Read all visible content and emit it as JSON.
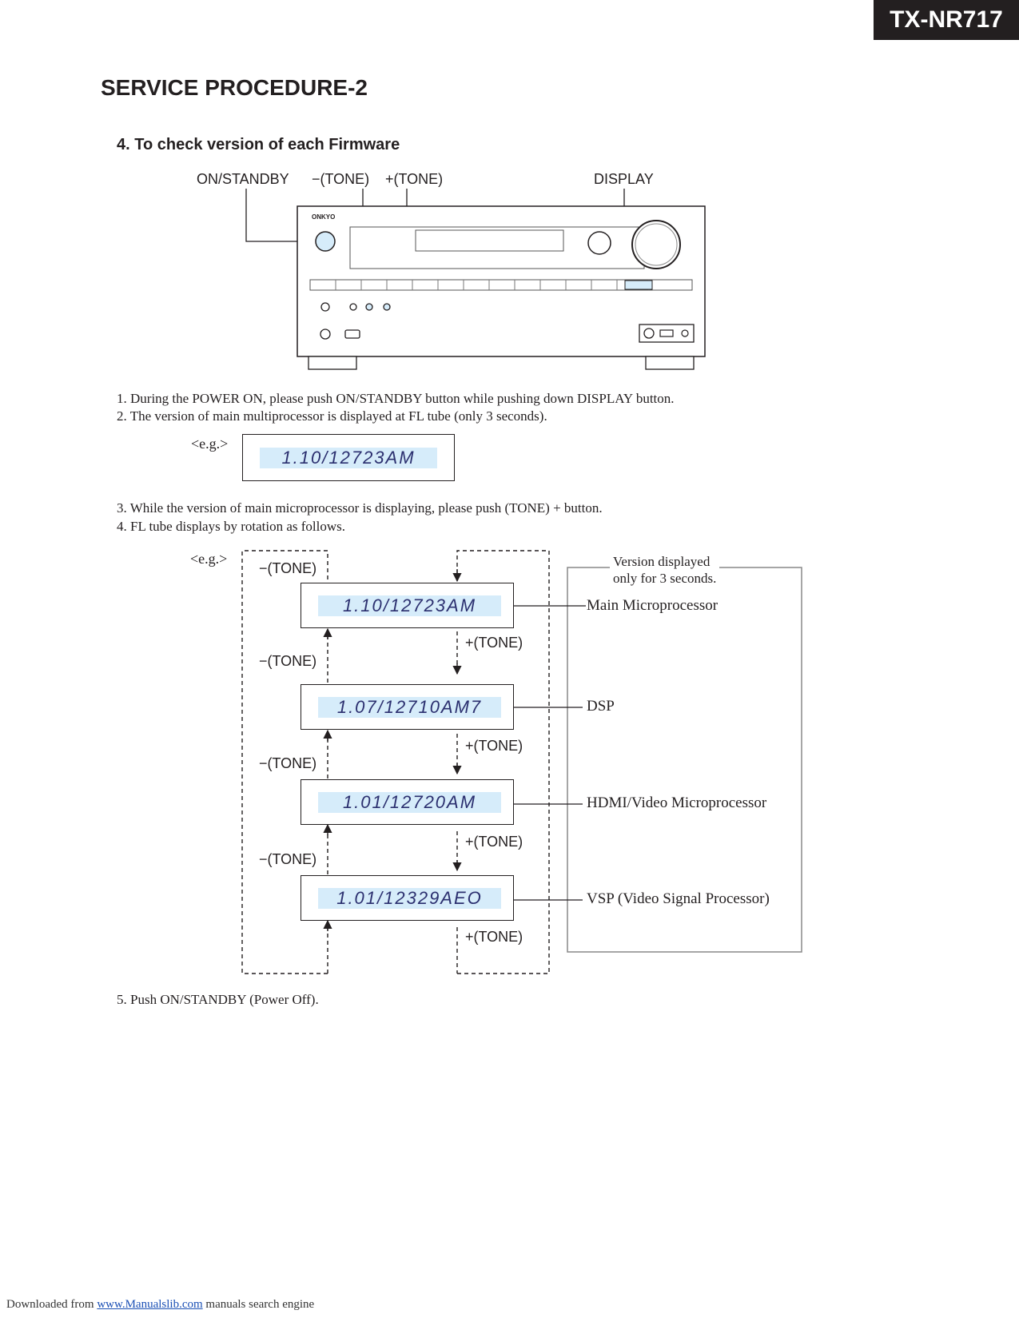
{
  "header": {
    "model": "TX-NR717"
  },
  "page": {
    "title": "SERVICE PROCEDURE-2",
    "section_title": "4. To check version of each Firmware"
  },
  "front_panel": {
    "callouts": {
      "on_standby": "ON/STANDBY",
      "tone_minus": "−(TONE)",
      "tone_plus": "+(TONE)",
      "display": "DISPLAY"
    },
    "brand": "ONKYO"
  },
  "steps": {
    "s1": "1. During the POWER ON, please push ON/STANDBY button while pushing down DISPLAY button.",
    "s2": "2. The version of main multiprocessor is displayed at FL tube (only 3 seconds).",
    "s3": "3. While the version of main microprocessor is displaying, please push (TONE) + button.",
    "s4": "4. FL tube displays by rotation as follows.",
    "s5": "5. Push ON/STANDBY (Power Off)."
  },
  "example": {
    "label": "<e.g.>",
    "display": "1.10/12723AM"
  },
  "rotation": {
    "label": "<e.g.>",
    "note_line1": "Version displayed",
    "note_line2": "only for 3 seconds.",
    "tone_minus": "−(TONE)",
    "tone_plus": "+(TONE)",
    "items": [
      {
        "display": "1.10/12723AM",
        "label": "Main Microprocessor"
      },
      {
        "display": "1.07/12710AM7",
        "label": "DSP"
      },
      {
        "display": "1.01/12720AM",
        "label": "HDMI/Video Microprocessor"
      },
      {
        "display": "1.01/12329AEO",
        "label": "VSP (Video Signal Processor)"
      }
    ]
  },
  "footer": {
    "prefix": "Downloaded from",
    "link": "www.Manualslib.com",
    "suffix": "manuals search engine"
  }
}
